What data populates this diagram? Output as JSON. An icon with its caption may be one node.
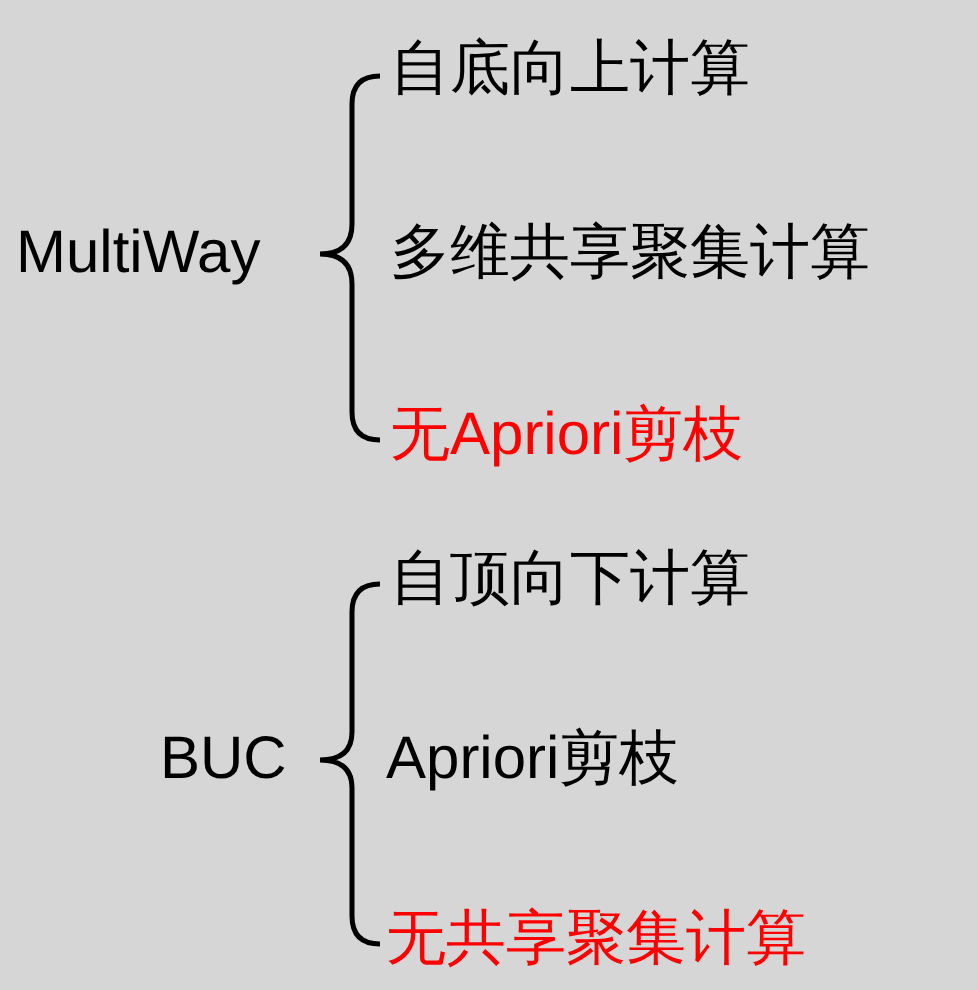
{
  "diagram": {
    "labels": [
      "自底向上计算",
      "MultiWay",
      "多维共享聚集计算",
      "无Apriori剪枝",
      "自顶向下计算",
      "BUC",
      "Apriori剪枝",
      "无共享聚集计算"
    ]
  }
}
